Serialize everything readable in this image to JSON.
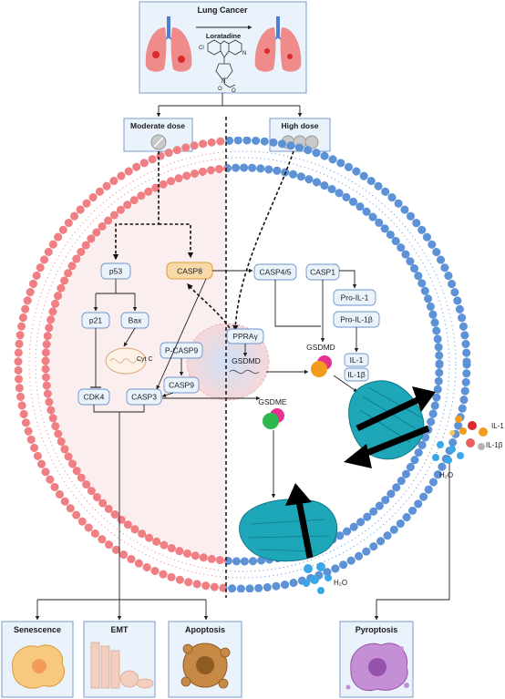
{
  "header": {
    "title": "Lung Cancer",
    "drug": "Loratadine",
    "atom_cl": "Cl",
    "atom_n1": "N",
    "atom_n2": "N",
    "atom_o1": "O",
    "atom_o2": "O"
  },
  "doses": {
    "moderate": "Moderate dose",
    "high": "High dose"
  },
  "nodes": {
    "p53": "p53",
    "casp8": "CASP8",
    "casp45": "CASP4/5",
    "casp1": "CASP1",
    "p21": "p21",
    "bax": "Bax",
    "pcasp9": "P-CASP9",
    "cytc": "Cyt C",
    "casp9": "CASP9",
    "casp3": "CASP3",
    "cdk4": "CDK4",
    "ppar": "PPRAγ",
    "gsdmd_nuc": "GSDMD",
    "proil1": "Pro-IL-1",
    "proil1b": "Pro-IL-1β",
    "il1": "IL-1",
    "il1b": "IL-1β",
    "gsdmd": "GSDMD",
    "gsdme": "GSDME"
  },
  "releases": {
    "il1": "IL-1",
    "il1b": "IL-1β",
    "h2o_right": "H₂O",
    "h2o_bottom": "H₂O"
  },
  "outcomes": {
    "senescence": "Senescence",
    "emt": "EMT",
    "apoptosis": "Apoptosis",
    "pyroptosis": "Pyroptosis"
  },
  "colors": {
    "box_fill": "#eaf2fc",
    "box_stroke": "#6f95c8",
    "membrane_left": "#ef7f83",
    "membrane_right": "#5d92d6",
    "casp8_fill": "#f8d9a8",
    "casp8_stroke": "#e09a32",
    "pore": "#1ea7b8",
    "water": "#3aa7e8",
    "cell_left_bg": "#fbeeee"
  }
}
